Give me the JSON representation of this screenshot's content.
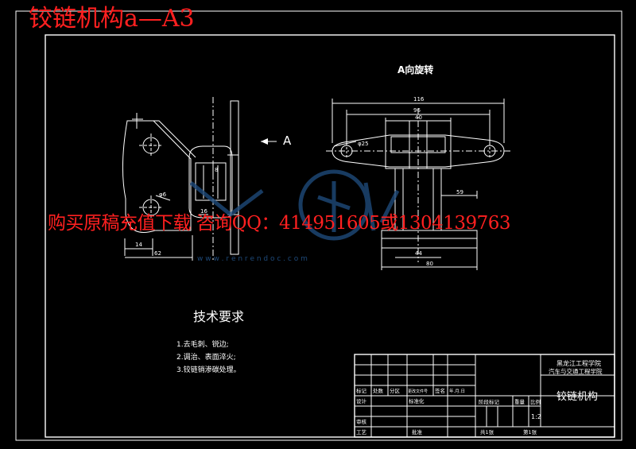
{
  "header": {
    "title": "铰链机构a—A3",
    "watermark_ad": "购买原稿充值下载  咨询QQ：414951605或1304139763",
    "watermark_url": "w w w . r e n r e n d o c . c o m"
  },
  "views": {
    "rotated_view_title": "A向旋转",
    "direction_label": "A",
    "dim_116": "116",
    "dim_96": "96",
    "dim_40": "40",
    "dim_phi25": "φ25",
    "dim_59": "59",
    "dim_44": "44",
    "dim_80": "80",
    "dim_14": "14",
    "dim_62": "62",
    "dim_8": "8",
    "dim_phi6": "φ6",
    "dim_16": "16"
  },
  "requirements": {
    "title": "技术要求",
    "items": [
      "1.去毛刺、锐边;",
      "2.调治、表面淬火;",
      "3.铰链销渗碳处理。"
    ]
  },
  "title_block": {
    "school": "黑龙江工程学院",
    "department": "汽车与交通工程学院",
    "drawing_name": "铰链机构",
    "scale": "1:2",
    "label_marker": "标记",
    "label_count": "处数",
    "label_zone": "分区",
    "label_change_doc": "更改文件号",
    "label_sign": "签名",
    "label_date": "年.月.日",
    "label_design": "设计",
    "label_standard": "标准化",
    "label_stage": "阶段标记",
    "label_weight": "重量",
    "label_ratio": "比例",
    "label_review": "审核",
    "label_process": "工艺",
    "label_approve": "批准",
    "sheets_total": "共1张",
    "sheet_no": "第1张"
  }
}
